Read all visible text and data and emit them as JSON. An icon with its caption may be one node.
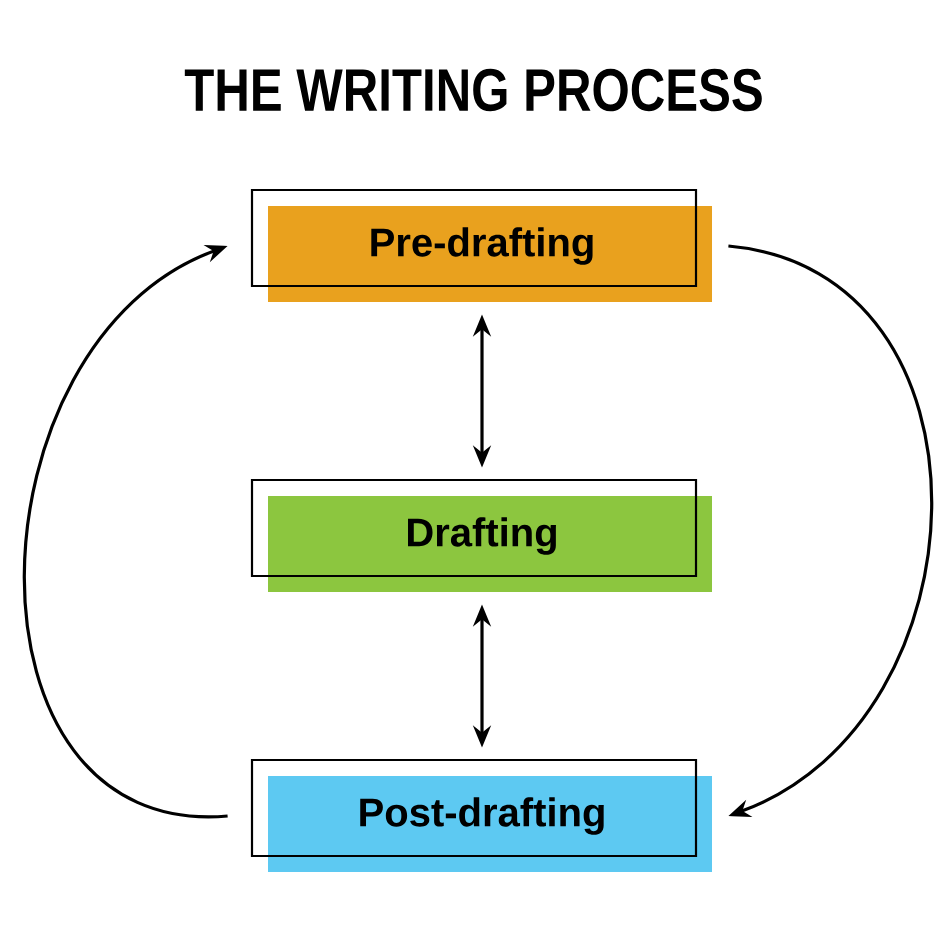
{
  "diagram": {
    "title": "THE WRITING PROCESS",
    "nodes": [
      {
        "text": [
          "Pre-drafting"
        ]
      },
      {
        "text": [
          "Drafting"
        ]
      },
      {
        "text": [
          "Post-drafting"
        ]
      }
    ],
    "edges": [
      {
        "from": 0,
        "to": 1,
        "arrow": "both"
      },
      {
        "from": 1,
        "to": 2,
        "arrow": "both"
      },
      {
        "from": 0,
        "to": 2,
        "arrow": "to"
      },
      {
        "from": 2,
        "to": 0,
        "arrow": "to"
      }
    ]
  }
}
